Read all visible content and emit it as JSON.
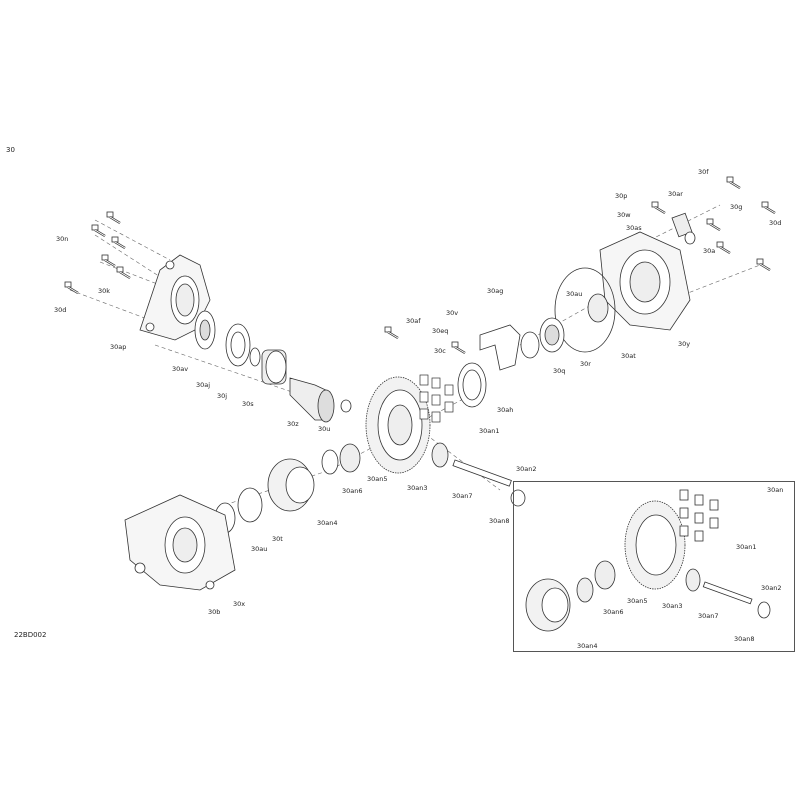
{
  "page_number": "30",
  "diagram_code": "22BD002",
  "inset": {
    "title": "30an"
  },
  "callouts": [
    {
      "id": "c30n",
      "text": "30n"
    },
    {
      "id": "c30k",
      "text": "30k"
    },
    {
      "id": "c30d_l",
      "text": "30d"
    },
    {
      "id": "c30ap",
      "text": "30ap"
    },
    {
      "id": "c30av_top",
      "text": "30av"
    },
    {
      "id": "c30aj",
      "text": "30aj"
    },
    {
      "id": "c30j",
      "text": "30j"
    },
    {
      "id": "c30s",
      "text": "30s"
    },
    {
      "id": "c30z",
      "text": "30z"
    },
    {
      "id": "c30u",
      "text": "30u"
    },
    {
      "id": "c30af",
      "text": "30af"
    },
    {
      "id": "c30v",
      "text": "30v"
    },
    {
      "id": "c30eq",
      "text": "30eq"
    },
    {
      "id": "c30c",
      "text": "30c"
    },
    {
      "id": "c30ag",
      "text": "30ag"
    },
    {
      "id": "c30ah",
      "text": "30ah"
    },
    {
      "id": "c30an1",
      "text": "30an1"
    },
    {
      "id": "c30an3",
      "text": "30an3"
    },
    {
      "id": "c30an5",
      "text": "30an5"
    },
    {
      "id": "c30an6",
      "text": "30an6"
    },
    {
      "id": "c30an4",
      "text": "30an4"
    },
    {
      "id": "c30an7",
      "text": "30an7"
    },
    {
      "id": "c30an8",
      "text": "30an8"
    },
    {
      "id": "c30an2",
      "text": "30an2"
    },
    {
      "id": "c30au_top",
      "text": "30au"
    },
    {
      "id": "c30q",
      "text": "30q"
    },
    {
      "id": "c30r",
      "text": "30r"
    },
    {
      "id": "c30at",
      "text": "30at"
    },
    {
      "id": "c30y",
      "text": "30y"
    },
    {
      "id": "c30p",
      "text": "30p"
    },
    {
      "id": "c30w",
      "text": "30w"
    },
    {
      "id": "c30as",
      "text": "30as"
    },
    {
      "id": "c30ar",
      "text": "30ar"
    },
    {
      "id": "c30f",
      "text": "30f"
    },
    {
      "id": "c30g",
      "text": "30g"
    },
    {
      "id": "c30d_r",
      "text": "30d"
    },
    {
      "id": "c30a",
      "text": "30a"
    },
    {
      "id": "c30au_bot",
      "text": "30au"
    },
    {
      "id": "c30t",
      "text": "30t"
    },
    {
      "id": "c30x",
      "text": "30x"
    },
    {
      "id": "c30b",
      "text": "30b"
    },
    {
      "id": "i30an1",
      "text": "30an1"
    },
    {
      "id": "i30an3",
      "text": "30an3"
    },
    {
      "id": "i30an5",
      "text": "30an5"
    },
    {
      "id": "i30an6",
      "text": "30an6"
    },
    {
      "id": "i30an4",
      "text": "30an4"
    },
    {
      "id": "i30an7",
      "text": "30an7"
    },
    {
      "id": "i30an8",
      "text": "30an8"
    },
    {
      "id": "i30an2",
      "text": "30an2"
    }
  ]
}
